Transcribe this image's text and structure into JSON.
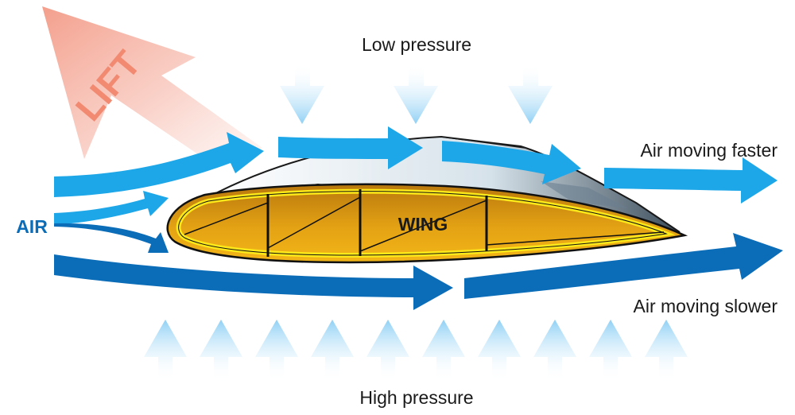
{
  "labels": {
    "low_pressure": "Low pressure",
    "high_pressure": "High pressure",
    "air_faster": "Air moving faster",
    "air_slower": "Air moving slower",
    "air": "AIR",
    "wing": "WING",
    "lift": "LIFT"
  },
  "colors": {
    "fast_air": "#1ea7e8",
    "slow_air": "#0b6cb8",
    "air_label": "#0b6cb8",
    "lift_arrow": "#f4a99a",
    "lift_text": "#f28a72",
    "wing_fill": "#e9ad16",
    "wing_outline": "#fde91a",
    "pressure_arrow": "#8fd0f5"
  },
  "icons": {
    "lift": "lift-arrow-icon",
    "low_pressure": "down-arrow-icon",
    "high_pressure": "up-arrow-icon",
    "airflow": "curved-arrow-icon"
  }
}
